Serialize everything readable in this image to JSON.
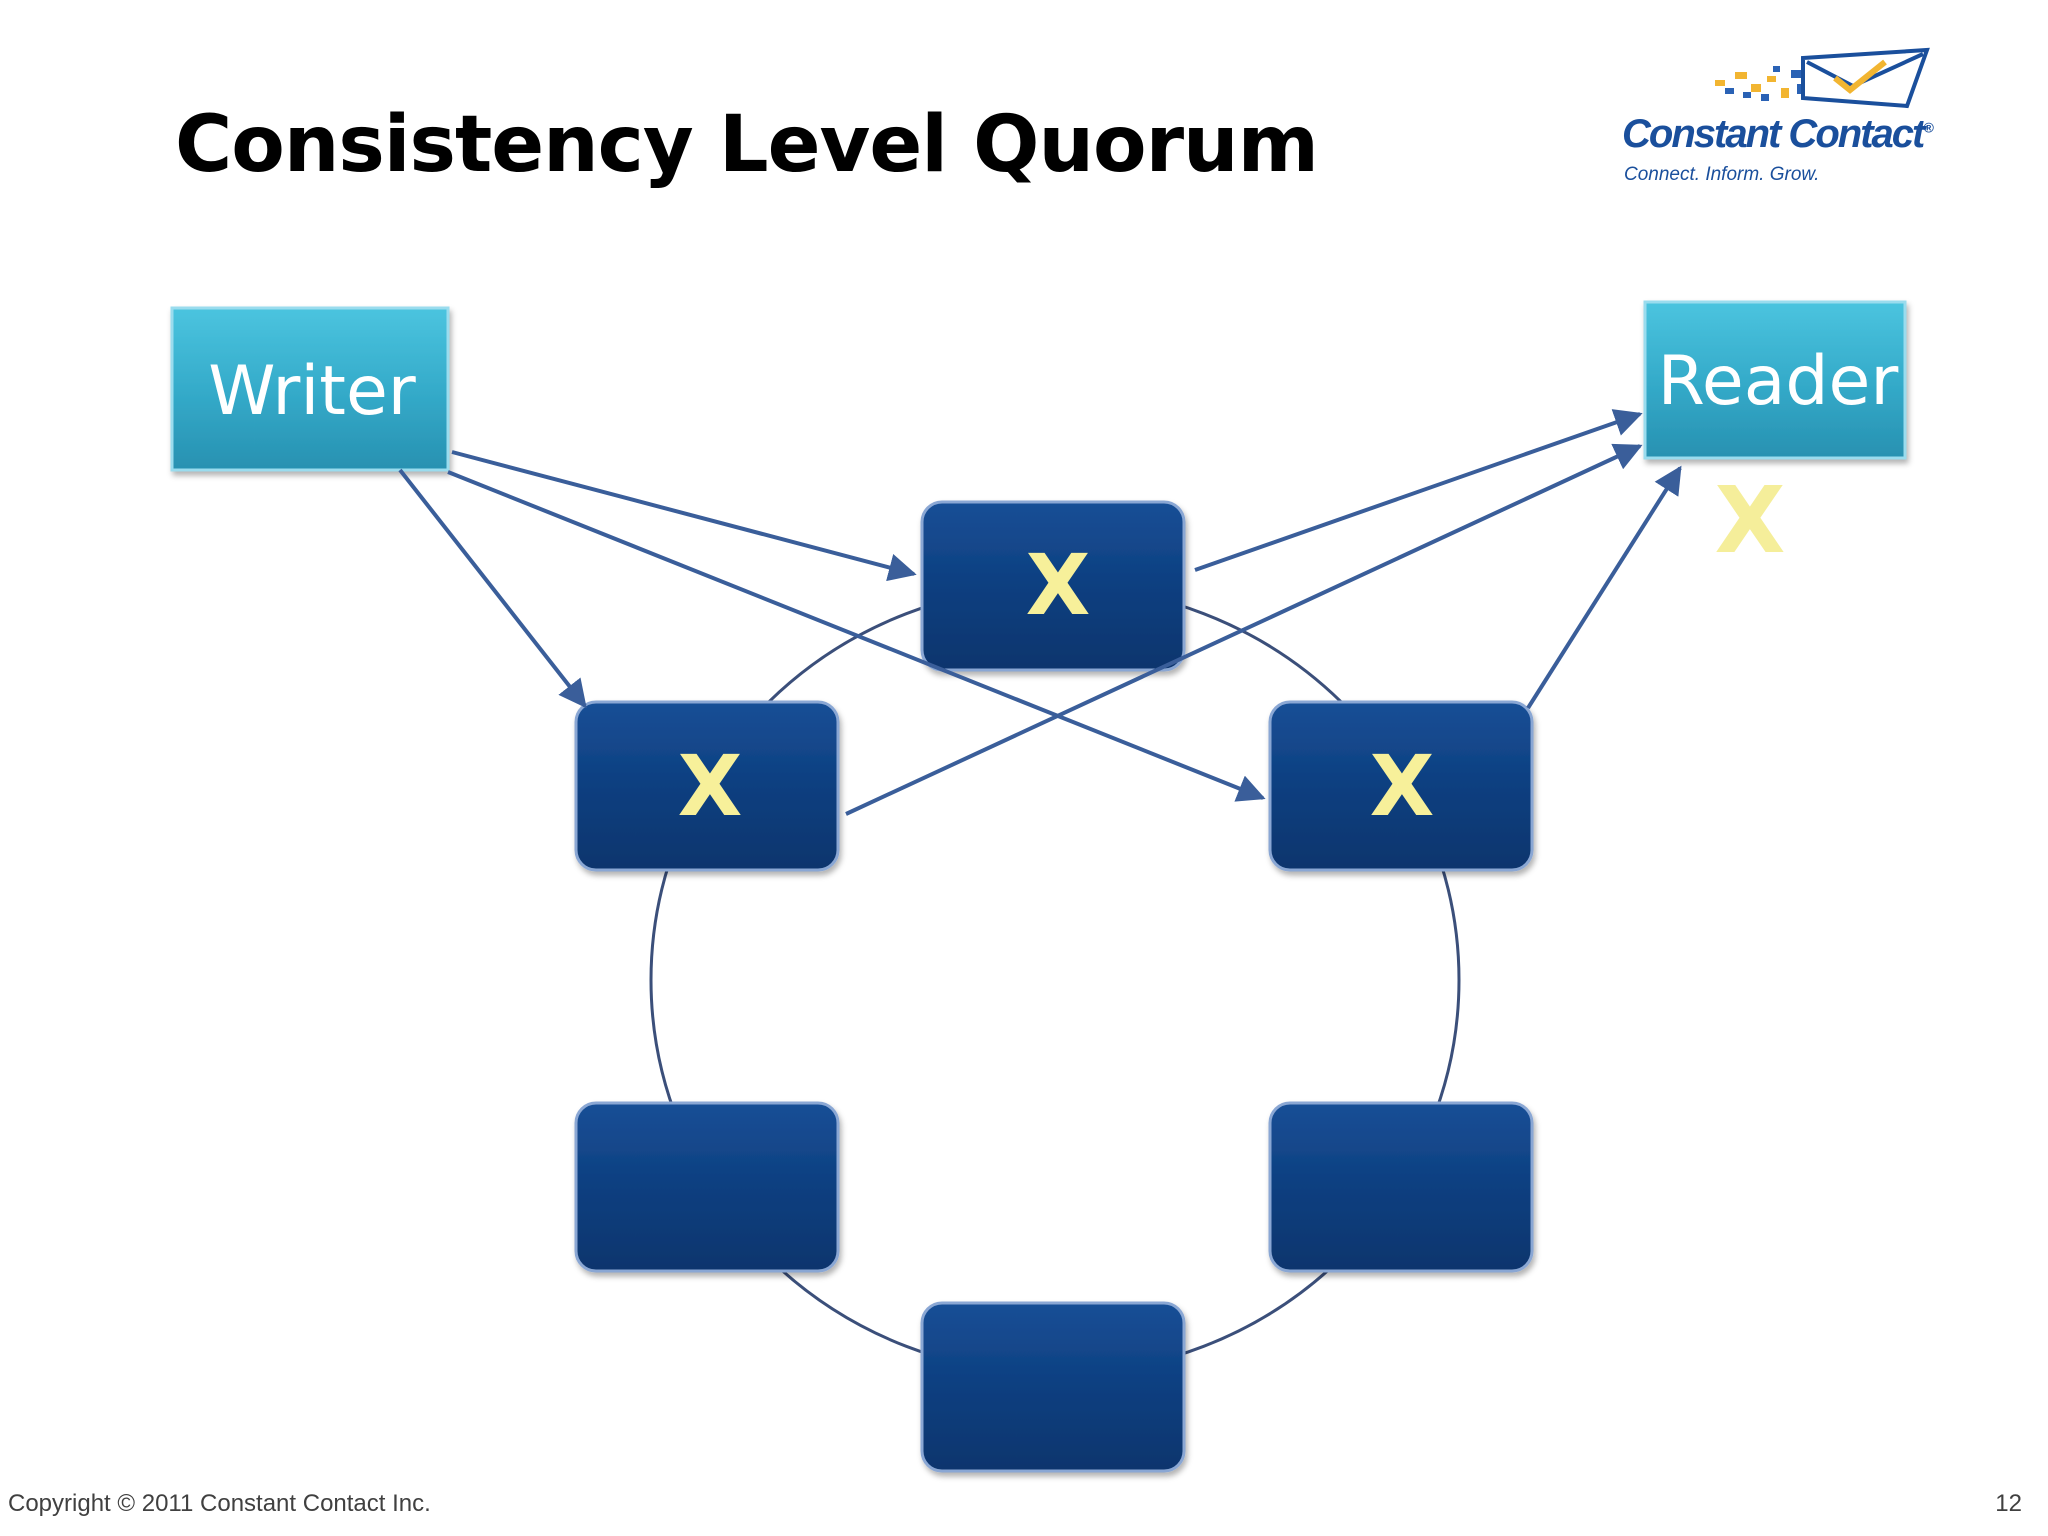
{
  "slide": {
    "title": "Consistency Level Quorum",
    "page_number": "12",
    "copyright": "Copyright © 2011 Constant Contact Inc."
  },
  "logo": {
    "name": "Constant Contact",
    "trademark": "®",
    "tagline": "Connect. Inform. Grow.",
    "icon": "envelope-icon"
  },
  "diagram": {
    "writer_label": "Writer",
    "reader_label": "Reader",
    "reader_mark": "X",
    "nodes": [
      {
        "id": "top",
        "mark": "X"
      },
      {
        "id": "upper-left",
        "mark": "X"
      },
      {
        "id": "upper-right",
        "mark": "X"
      },
      {
        "id": "lower-left",
        "mark": ""
      },
      {
        "id": "lower-right",
        "mark": ""
      },
      {
        "id": "bottom",
        "mark": ""
      }
    ],
    "colors": {
      "client_box": "#31a9c7",
      "node_box": "#0f3f7e",
      "mark": "#f7f09a",
      "reader_mark": "#f5ee9a",
      "arrow": "#3a5e9a",
      "ring": "#3b4f7a"
    }
  }
}
